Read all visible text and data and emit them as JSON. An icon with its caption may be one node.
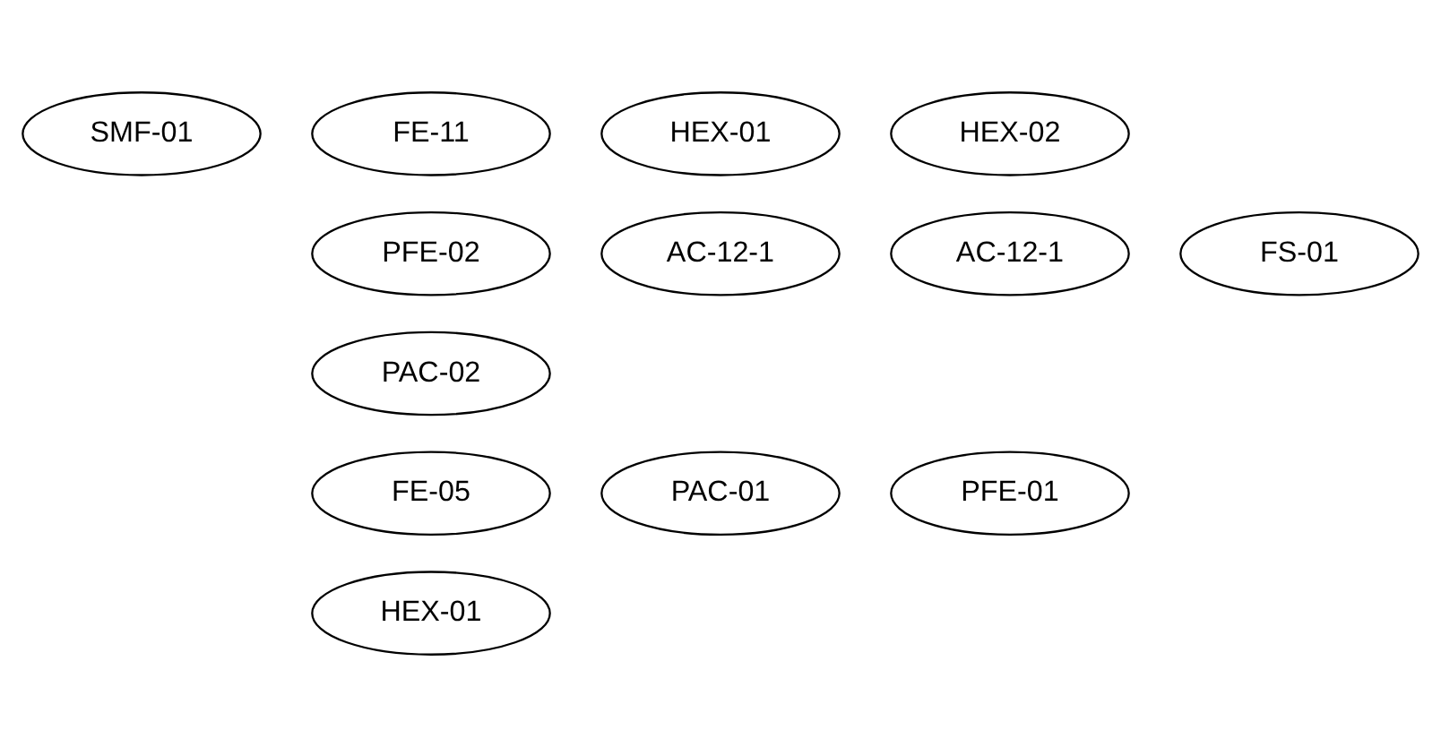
{
  "diagram": {
    "nodes": [
      {
        "text": [
          "SMF-01"
        ]
      },
      {
        "text": [
          "FE-11"
        ]
      },
      {
        "text": [
          "HEX-01"
        ]
      },
      {
        "text": [
          "HEX-02"
        ]
      },
      {
        "text": [
          "PFE-02"
        ]
      },
      {
        "text": [
          "AC-12-1"
        ]
      },
      {
        "text": [
          "AC-12-1"
        ]
      },
      {
        "text": [
          "FS-01"
        ]
      },
      {
        "text": [
          "PAC-02"
        ]
      },
      {
        "text": [
          "FE-05"
        ]
      },
      {
        "text": [
          "PAC-01"
        ]
      },
      {
        "text": [
          "PFE-01"
        ]
      },
      {
        "text": [
          "HEX-01"
        ]
      }
    ],
    "edges": []
  }
}
